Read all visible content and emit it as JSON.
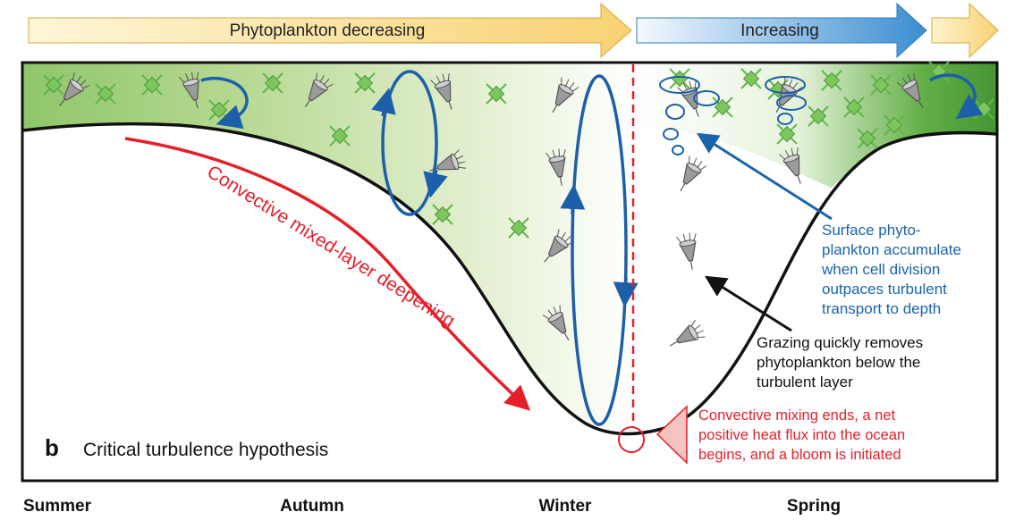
{
  "arrows": {
    "decreasing_label": "Phytoplankton decreasing",
    "increasing_label": "Increasing"
  },
  "panel": {
    "letter": "b",
    "title": "Critical turbulence hypothesis"
  },
  "annotations": {
    "mixed_layer": "Convective mixed-layer deepening",
    "surface_accumulate": [
      "Surface phyto-",
      "plankton accumulate",
      "when cell division",
      "outpaces turbulent",
      "transport to depth"
    ],
    "grazing": [
      "Grazing quickly removes",
      "phytoplankton below the",
      "turbulent layer"
    ],
    "bloom": [
      "Convective mixing ends, a net",
      "positive heat flux into the ocean",
      "begins, and a bloom is initiated"
    ]
  },
  "seasons": [
    "Summer",
    "Autumn",
    "Winter",
    "Spring"
  ],
  "colors": {
    "arrow_yellow": "#f9d77e",
    "arrow_blue": "#3d8fd1",
    "mixing_blue": "#1d5fa8",
    "convective_red": "#e3202a",
    "annotation_blue": "#1a64ab",
    "phyto_green": "#5fb848",
    "grazer_gray": "#8a8a8a"
  }
}
